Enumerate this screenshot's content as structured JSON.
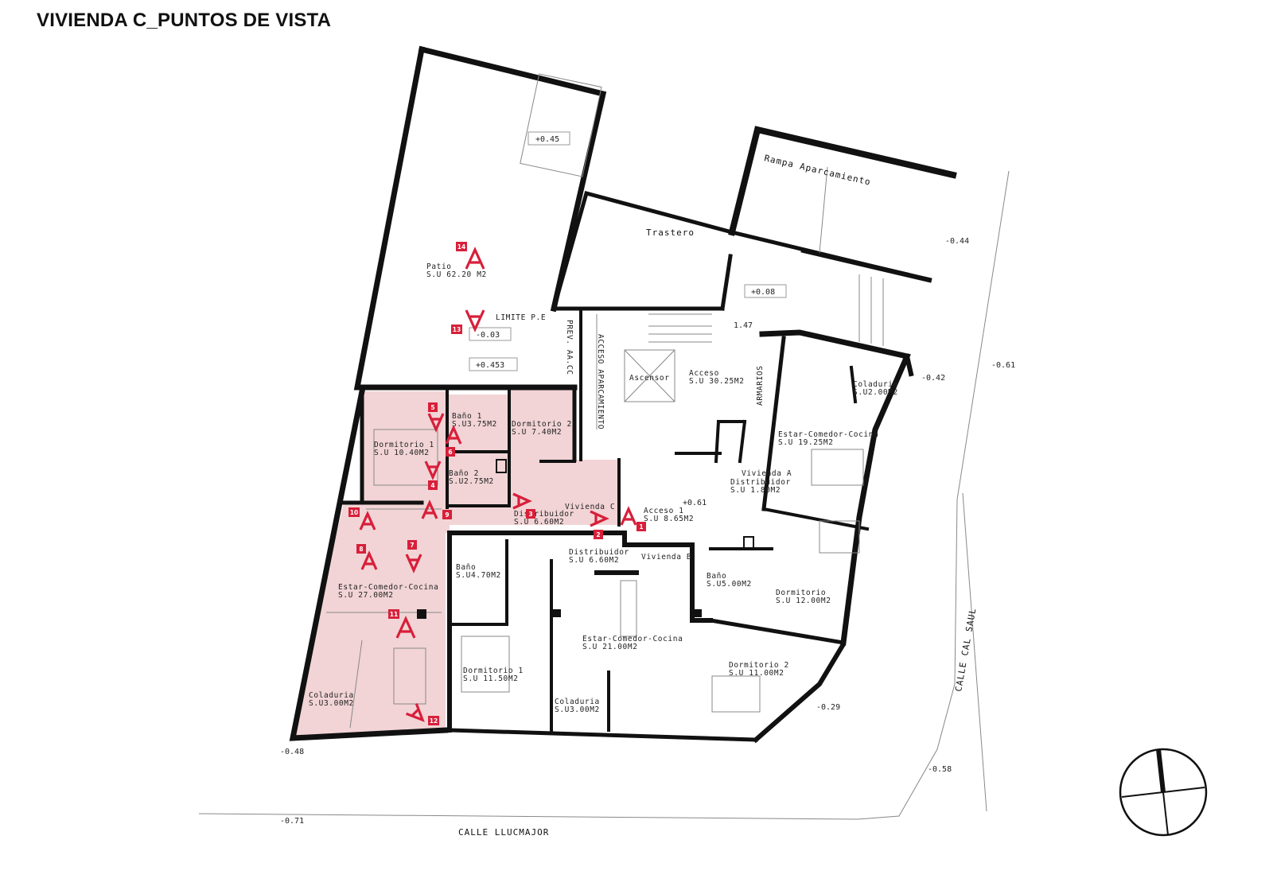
{
  "title": "VIVIENDA C_PUNTOS DE VISTA",
  "streets": {
    "bottom": "CALLE LLUCMAJOR",
    "right": "CALLE CAL SAUL"
  },
  "colors": {
    "unit_highlight": "#f2d4d6",
    "viewpoint": "#d81f3a",
    "walls": "#111111"
  },
  "rooms": {
    "rampa": "Rampa Aparcamiento",
    "trastero": "Trastero",
    "patio_name": "Patio",
    "patio_area": "S.U  62.20 M2",
    "limite": "LIMITE P.E",
    "prev": "PREV. AA.CC",
    "acceso_aparcamiento": "ACCESO APARCAMIENTO",
    "ascensor": "Ascensor",
    "acceso_name": "Acceso",
    "acceso_area": "S.U 30.25M2",
    "armarios": "ARMARIOS",
    "coladuria_a_name": "Coladuria",
    "coladuria_a_area": "S.U2.00M2",
    "estar_a_name": "Estar-Comedor-Cocina",
    "estar_a_area": "S.U 19.25M2",
    "vivienda_a": "Vivienda A",
    "distribuidor_a_name": "Distribuidor",
    "distribuidor_a_area": "S.U 1.80M2",
    "bano1_name": "Baño 1",
    "bano1_area": "S.U3.75M2",
    "dorm2_c_name": "Dormitorio 2",
    "dorm2_c_area": "S.U 7.40M2",
    "dorm1_c_name": "Dormitorio 1",
    "dorm1_c_area": "S.U 10.40M2",
    "bano2_name": "Baño 2",
    "bano2_area": "S.U2.75M2",
    "vivienda_c": "Vivienda C",
    "distribuidor_c_name": "Distribuidor",
    "distribuidor_c_area": "S.U 6.60M2",
    "acceso1_name": "Acceso 1",
    "acceso1_area": "S.U 8.65M2",
    "estar_c_name": "Estar-Comedor-Cocina",
    "estar_c_area": "S.U 27.00M2",
    "coladuria_c_name": "Coladuria",
    "coladuria_c_area": "S.U3.00M2",
    "distribuidor_b_name": "Distribuidor",
    "distribuidor_b_area": "S.U 6.60M2",
    "vivienda_b": "Vivienda B",
    "bano_b_name": "Baño",
    "bano_b_area": "S.U4.70M2",
    "estar_b_name": "Estar-Comedor-Cocina",
    "estar_b_area": "S.U 21.00M2",
    "dorm1_b_name": "Dormitorio 1",
    "dorm1_b_area": "S.U 11.50M2",
    "coladuria_b_name": "Coladuria",
    "coladuria_b_area": "S.U3.00M2",
    "bano_a_name": "Baño",
    "bano_a_area": "S.U5.00M2",
    "dorm_a_name": "Dormitorio",
    "dorm_a_area": "S.U 12.00M2",
    "dorm2_a_name": "Dormitorio 2",
    "dorm2_a_area": "S.U 11.00M2"
  },
  "levels": {
    "patio_top": "+0.45",
    "patio_bottom": "-0.03",
    "entry": "+0.453",
    "mid": "+0.08",
    "stair": "1.47",
    "right_top": "-0.44",
    "right_mid": "-0.42",
    "far_right": "-0.61",
    "acceso": "+0.61",
    "corner": "-0.29",
    "bottom_left": "-0.48",
    "bottom_right": "-0.58",
    "street": "-0.71"
  },
  "viewpoints": [
    "1",
    "2",
    "3",
    "4",
    "5",
    "6",
    "7",
    "8",
    "9",
    "10",
    "11",
    "12",
    "13",
    "14"
  ]
}
